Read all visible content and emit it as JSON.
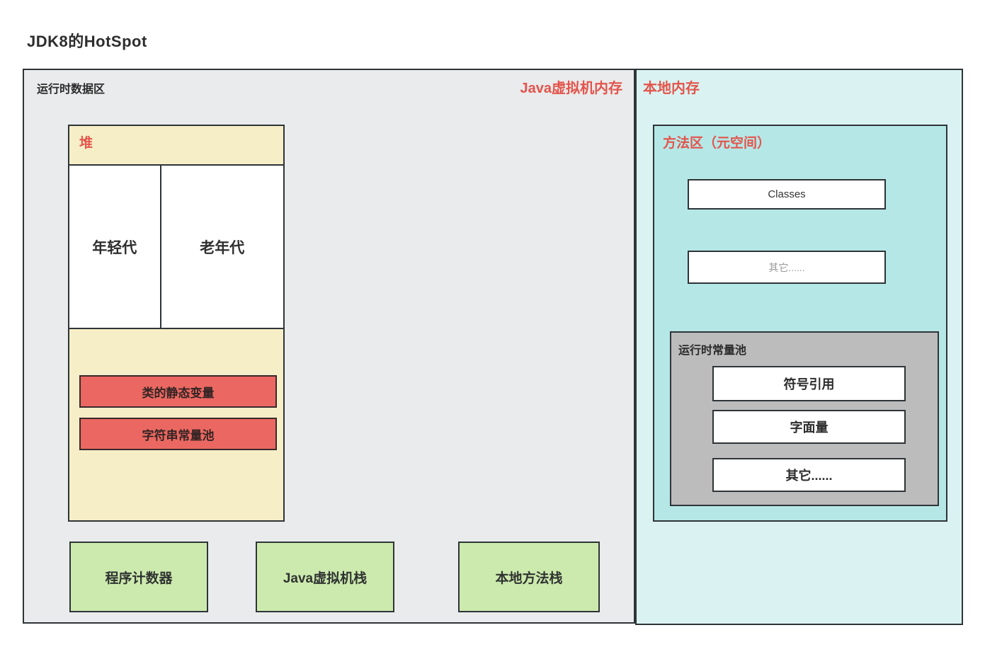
{
  "title": "JDK8的HotSpot",
  "colors": {
    "accent_red_text": "#e4544b",
    "jvm_region_bg": "#e9ebec",
    "native_region_bg": "#daf3f2",
    "heap_bg": "#f6eec7",
    "heap_item_bg": "#ea6861",
    "stack_bg": "#cdeaae",
    "method_area_bg": "#b5e7e7",
    "pool_bg": "#bcbcbc",
    "border": "#2e3437"
  },
  "jvm_region": {
    "label": "运行时数据区",
    "title": "Java虚拟机内存",
    "heap": {
      "title": "堆",
      "generations": [
        {
          "label": "年轻代"
        },
        {
          "label": "老年代"
        }
      ],
      "items": [
        {
          "label": "类的静态变量"
        },
        {
          "label": "字符串常量池"
        }
      ]
    },
    "stacks": [
      {
        "label": "程序计数器"
      },
      {
        "label": "Java虚拟机栈"
      },
      {
        "label": "本地方法栈"
      }
    ]
  },
  "native_region": {
    "title": "本地内存",
    "method_area": {
      "title": "方法区（元空间）",
      "items": [
        {
          "label": "Classes"
        },
        {
          "label": "其它......"
        }
      ],
      "runtime_constant_pool": {
        "title": "运行时常量池",
        "items": [
          {
            "label": "符号引用"
          },
          {
            "label": "字面量"
          },
          {
            "label": "其它......"
          }
        ]
      }
    }
  }
}
